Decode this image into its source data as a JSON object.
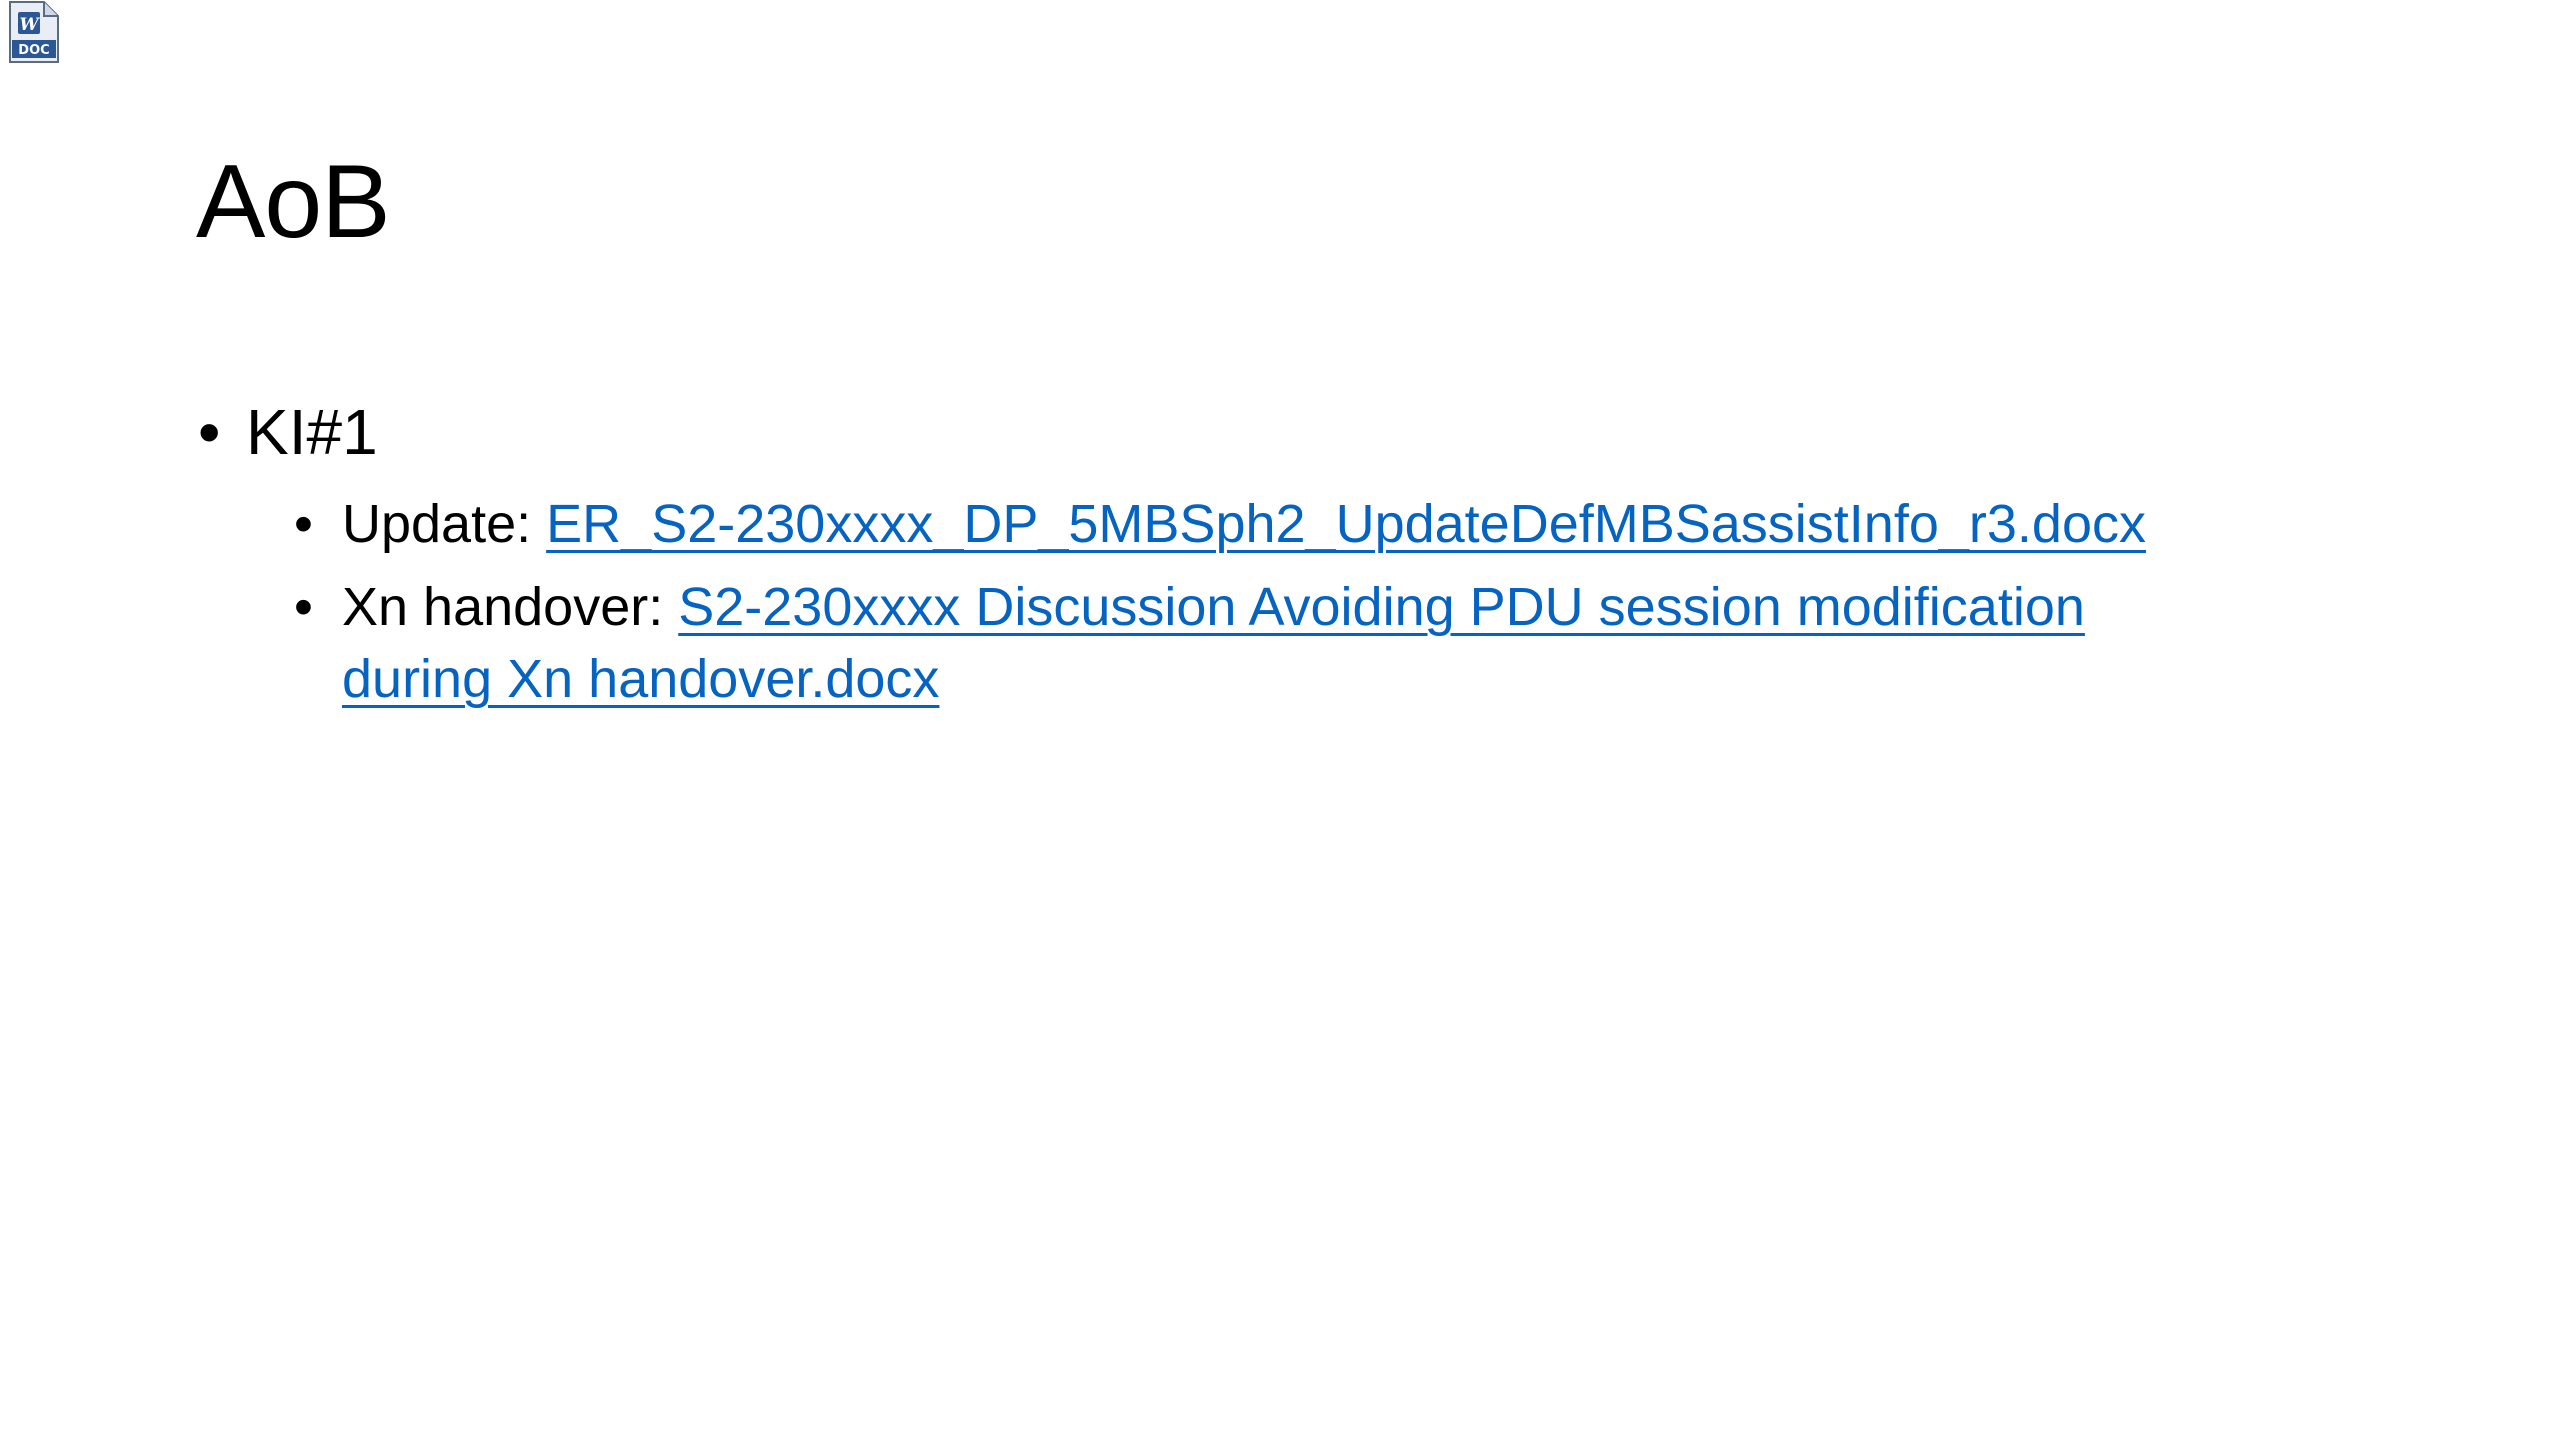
{
  "document_icon": {
    "icon": "word-doc-icon",
    "label": "DOC",
    "colors": {
      "page": "#e9eef6",
      "accent": "#2b5797"
    }
  },
  "slide": {
    "title": "AoB",
    "bullets": [
      {
        "text": "KI#1",
        "sub_bullets": [
          {
            "prefix": "Update: ",
            "link_text": "ER_S2-230xxxx_DP_5MBSph2_UpdateDefMBSassistInfo_r3.docx"
          },
          {
            "prefix": "Xn handover: ",
            "link_text_line1": "S2-230xxxx Discussion Avoiding PDU session modification",
            "link_text_line2": "during Xn handover.docx"
          }
        ]
      }
    ]
  },
  "colors": {
    "link": "#0563c1",
    "text": "#000000",
    "background": "#ffffff"
  }
}
